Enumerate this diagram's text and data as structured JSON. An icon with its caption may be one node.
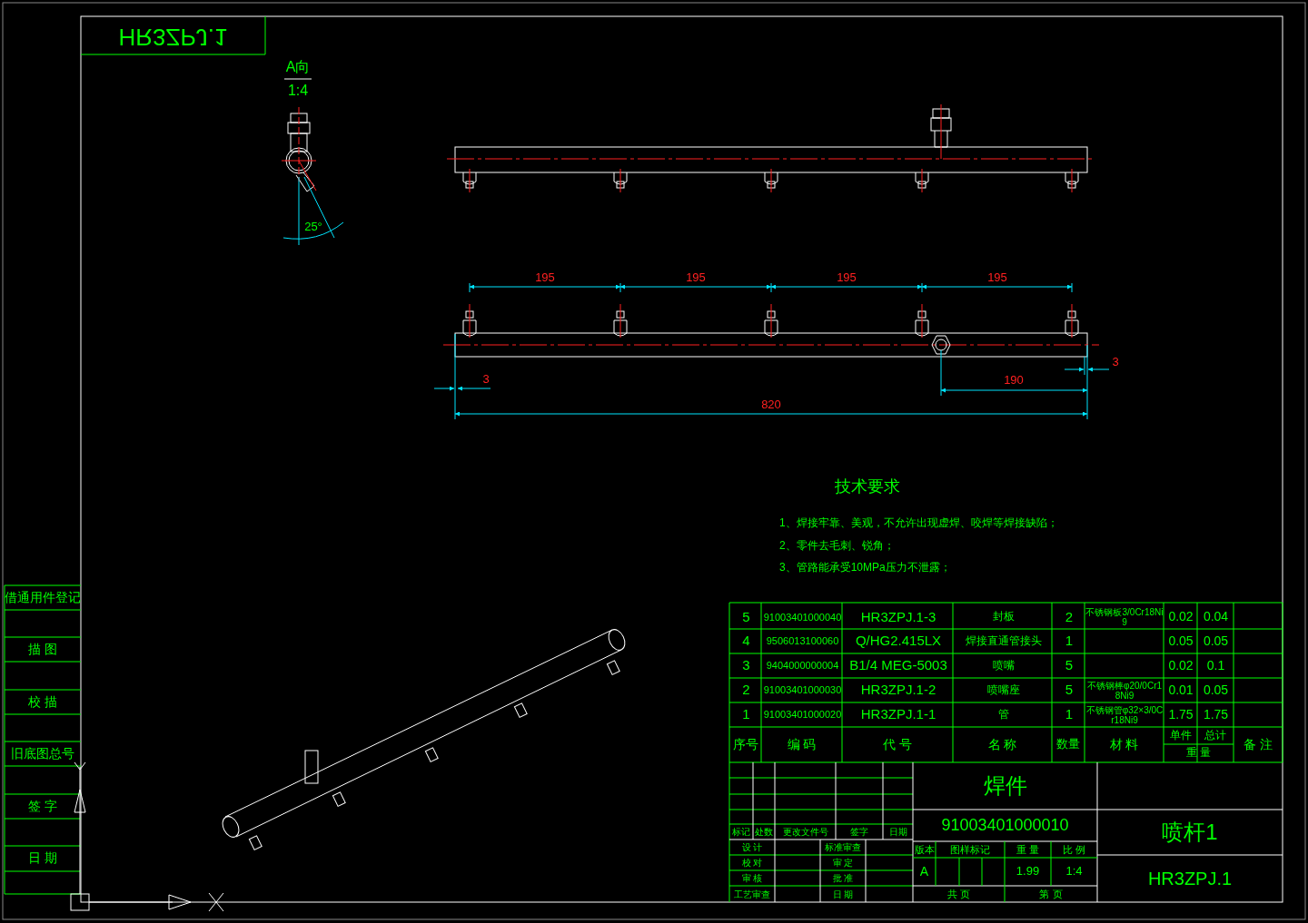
{
  "diagram": {
    "labels": [
      "HR3ZPJ.1",
      "A向",
      "1:4",
      "25°",
      "195",
      "195",
      "195",
      "195",
      "3",
      "3",
      "190",
      "820",
      "技术要求",
      "1、焊接牢靠、美观，不允许出现虚焊、咬焊等焊接缺陷；",
      "2、零件去毛刺、锐角；",
      "3、管路能承受10MPa压力不泄露；",
      "借通用件登记",
      "描 图",
      "校 描",
      "旧底图总号",
      "签 字",
      "日 期",
      "5",
      "91003401000040",
      "HR3ZPJ.1-3",
      "封板",
      "2",
      "不锈钢板3/0Cr18Ni9",
      "0.02",
      "0.04",
      "4",
      "9506013100060",
      "Q/HG2.415LX",
      "焊接直通管接头",
      "1",
      "0.05",
      "0.05",
      "3",
      "9404000000004",
      "B1/4 MEG-5003",
      "喷嘴",
      "5",
      "0.02",
      "0.1",
      "2",
      "91003401000030",
      "HR3ZPJ.1-2",
      "喷嘴座",
      "5",
      "不锈钢棒φ20/0Cr18Ni9",
      "0.01",
      "0.05",
      "1",
      "91003401000020",
      "HR3ZPJ.1-1",
      "管",
      "1",
      "不锈钢管φ32×3/0Cr18Ni9",
      "1.75",
      "1.75",
      "序号",
      "编 码",
      "代 号",
      "名 称",
      "数量",
      "材 料",
      "单件",
      "总计",
      "重 量",
      "备 注",
      "焊件",
      "标记",
      "处数",
      "更改文件号",
      "签字",
      "日期",
      "设 计",
      "标准审查",
      "校 对",
      "审 定",
      "审 核",
      "批 准",
      "工艺审查",
      "日 期",
      "91003401000010",
      "喷杆1",
      "版本",
      "图样标记",
      "重 量",
      "比 例",
      "A",
      "1.99",
      "1:4",
      "HR3ZPJ.1",
      "共 页",
      "第 页"
    ]
  }
}
